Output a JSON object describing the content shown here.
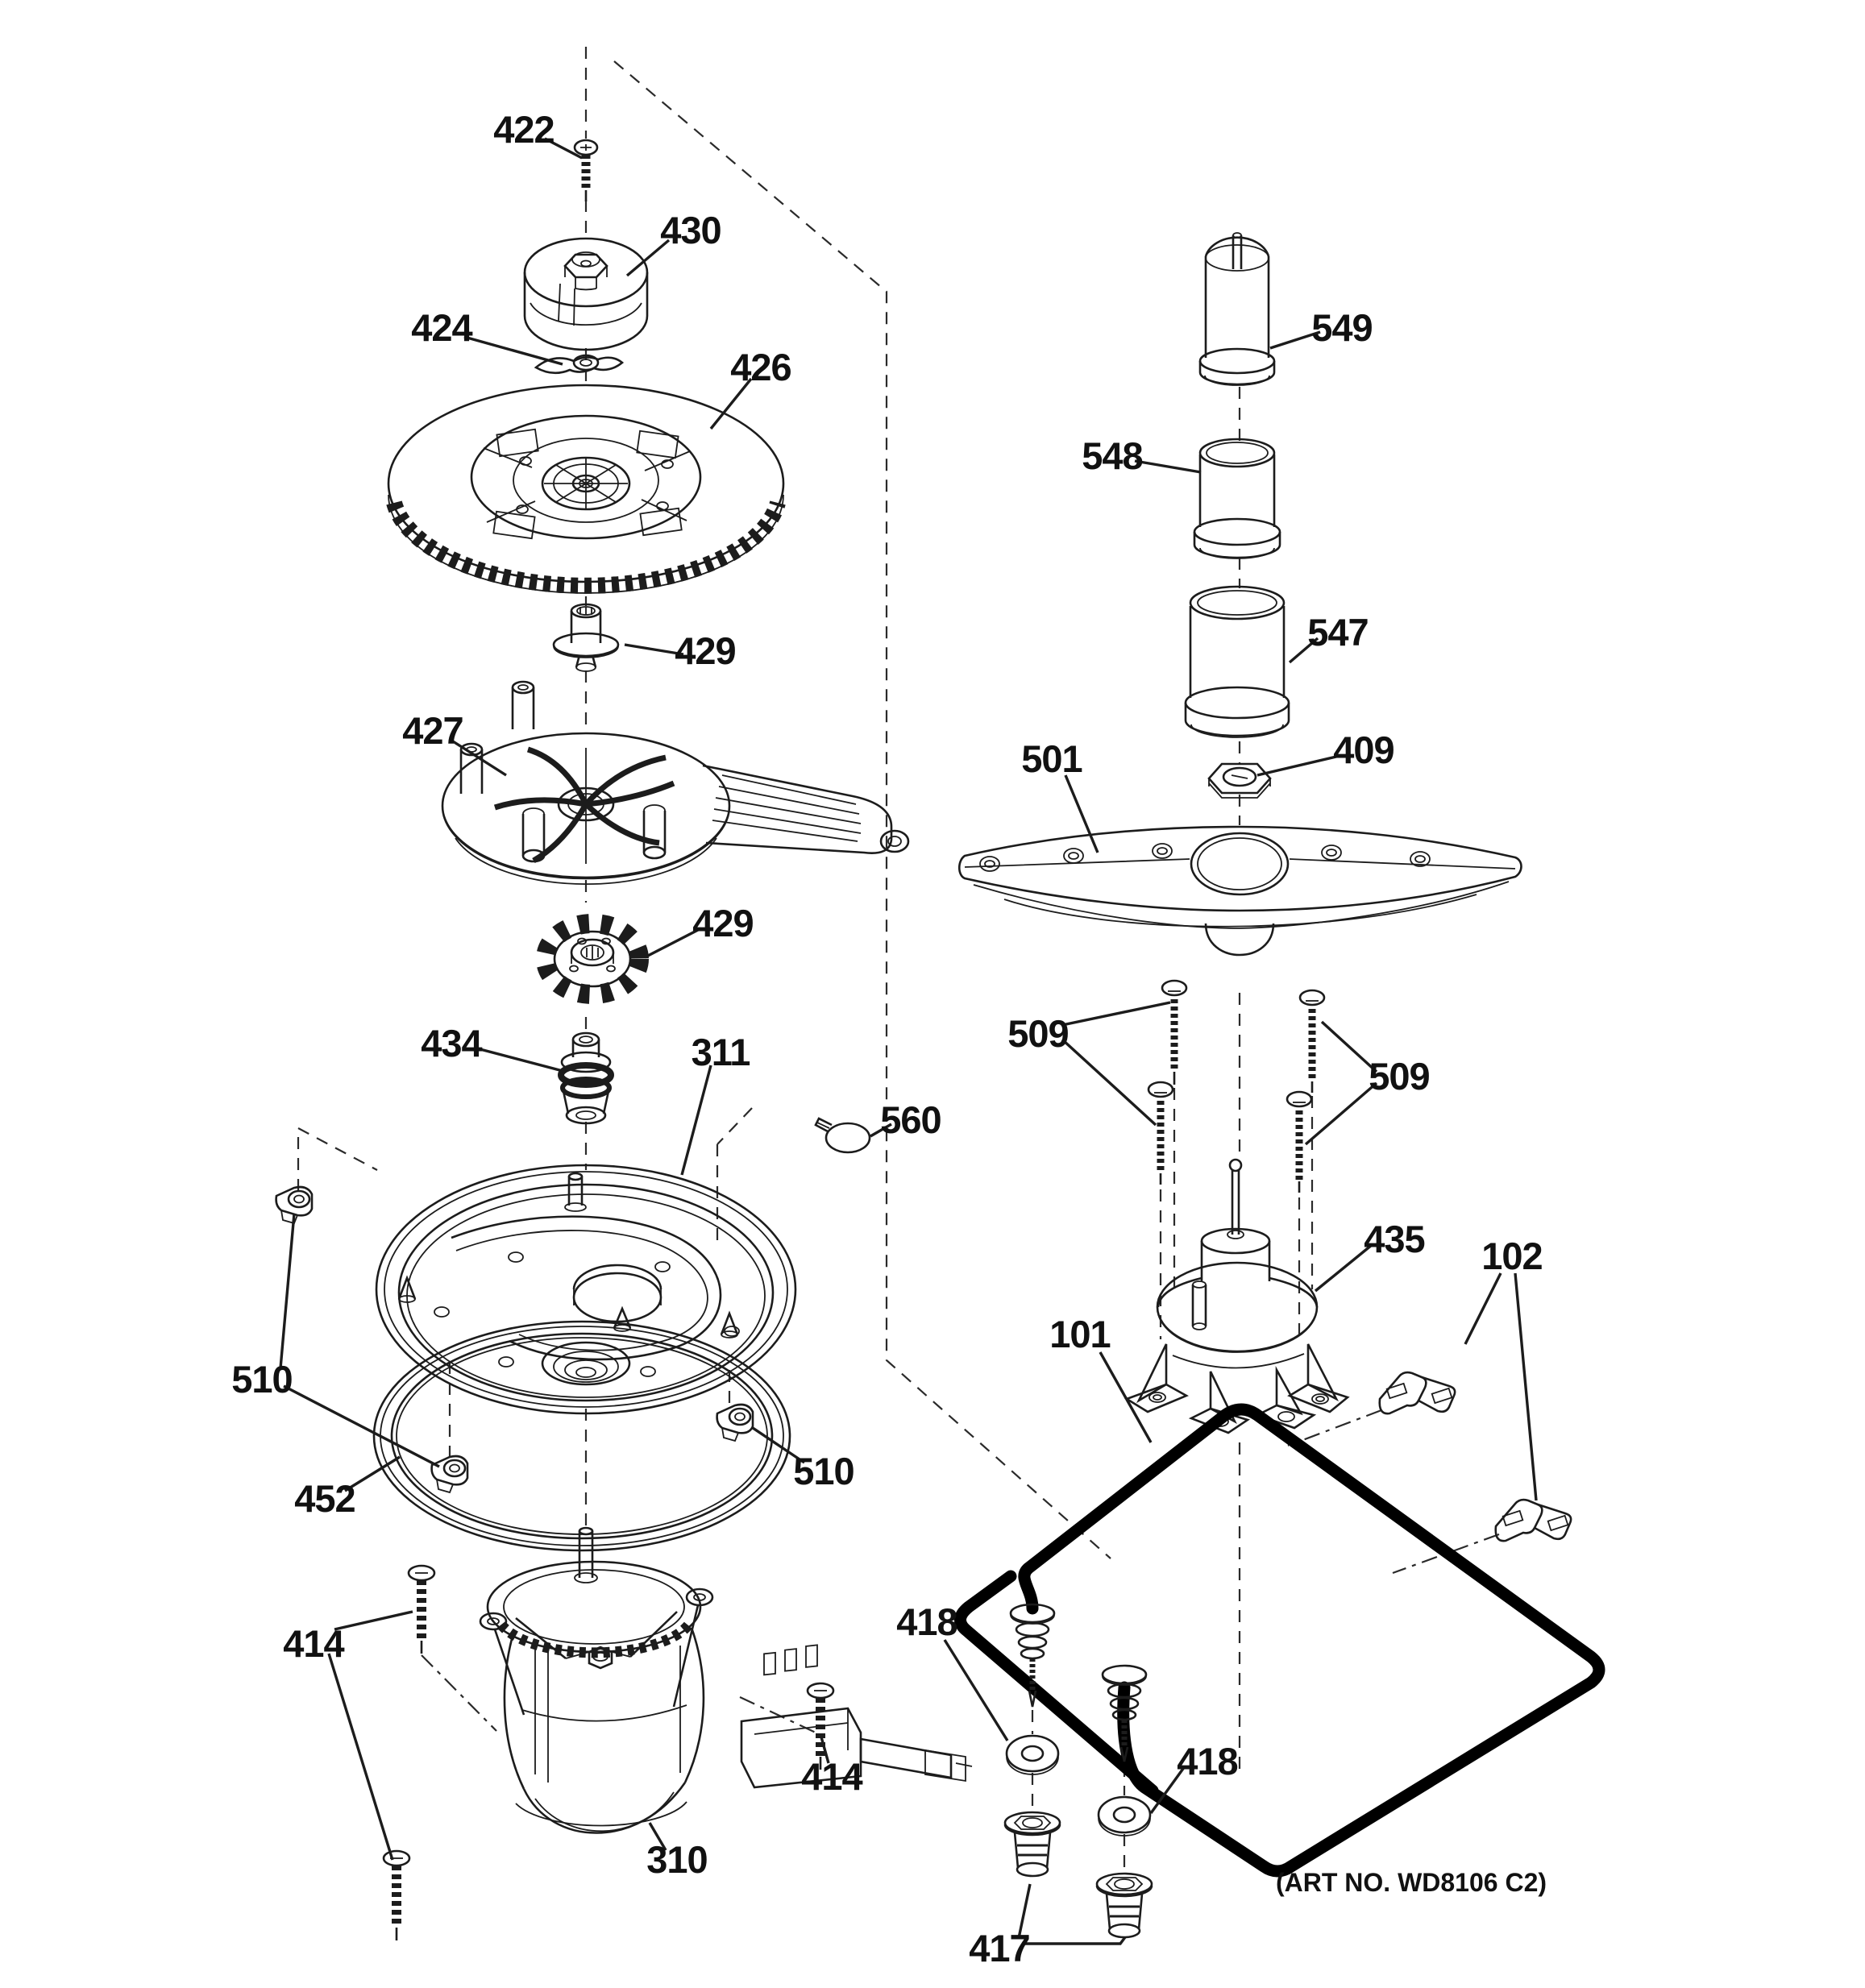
{
  "figure": {
    "type": "exploded-parts-diagram",
    "subject": "dishwasher sump, pump, motor and heating element assembly",
    "art_no": "(ART NO. WD8106 C2)",
    "background": "#ffffff",
    "ink_color": "#1c1c1c",
    "heater_color": "#000000",
    "callouts": [
      {
        "id": "screw-422",
        "label": "422"
      },
      {
        "id": "impeller-cap-430",
        "label": "430"
      },
      {
        "id": "washer-424",
        "label": "424"
      },
      {
        "id": "gear-plate-426",
        "label": "426"
      },
      {
        "id": "bushing-429",
        "label": "429"
      },
      {
        "id": "pump-impeller-427",
        "label": "427"
      },
      {
        "id": "paddle-gear-429",
        "label": "429"
      },
      {
        "id": "seal-434",
        "label": "434"
      },
      {
        "id": "sump-housing-311",
        "label": "311"
      },
      {
        "id": "clip-560",
        "label": "560"
      },
      {
        "id": "clamp-510-left",
        "label": "510"
      },
      {
        "id": "clamp-510-right",
        "label": "510"
      },
      {
        "id": "gasket-452",
        "label": "452"
      },
      {
        "id": "screws-414-left",
        "label": "414"
      },
      {
        "id": "screw-414-right",
        "label": "414"
      },
      {
        "id": "motor-310",
        "label": "310"
      },
      {
        "id": "cap-549",
        "label": "549"
      },
      {
        "id": "sleeve-548",
        "label": "548"
      },
      {
        "id": "sleeve-547",
        "label": "547"
      },
      {
        "id": "spray-arm-501",
        "label": "501"
      },
      {
        "id": "nut-409",
        "label": "409"
      },
      {
        "id": "screws-509-left",
        "label": "509"
      },
      {
        "id": "screws-509-right",
        "label": "509"
      },
      {
        "id": "pump-housing-435",
        "label": "435"
      },
      {
        "id": "clips-102",
        "label": "102"
      },
      {
        "id": "heating-element-101",
        "label": "101"
      },
      {
        "id": "washer-418-left",
        "label": "418"
      },
      {
        "id": "washer-418-right",
        "label": "418"
      },
      {
        "id": "terminal-nuts-417",
        "label": "417"
      }
    ]
  }
}
